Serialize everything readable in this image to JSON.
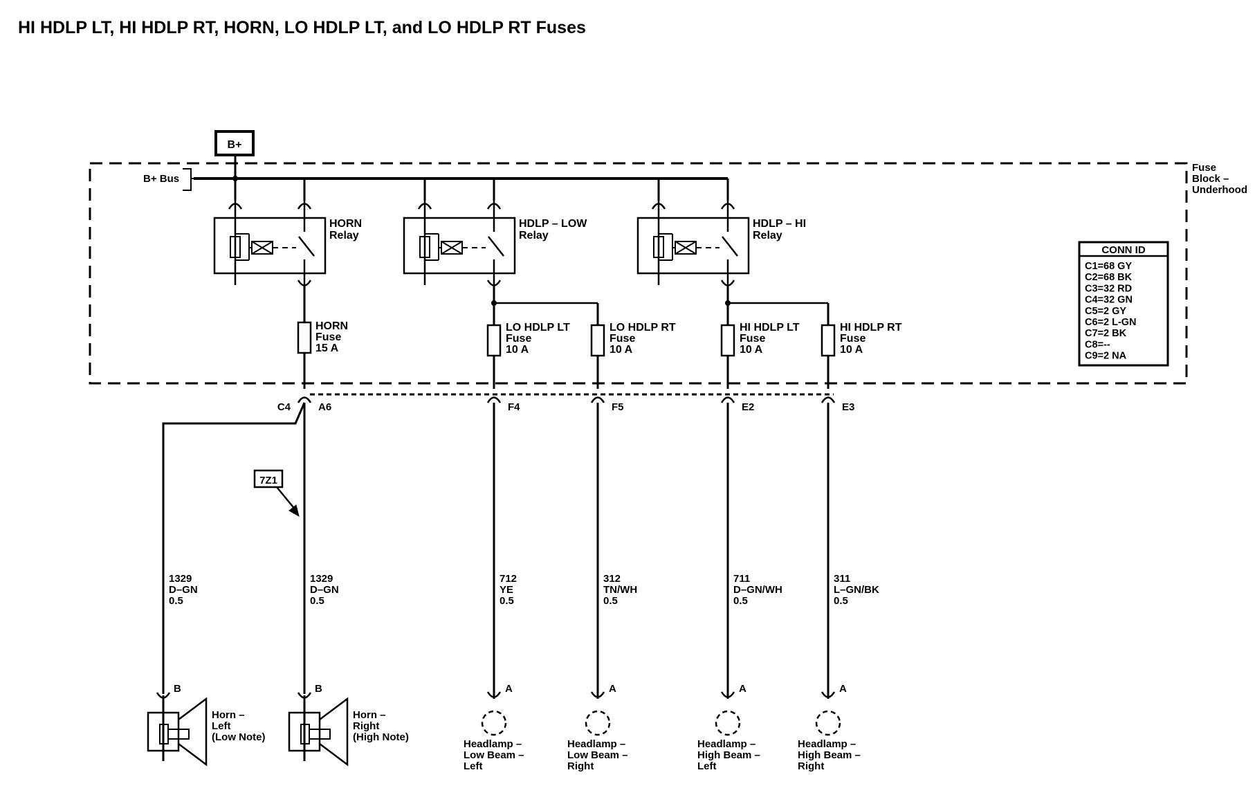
{
  "title": "HI HDLP LT, HI HDLP RT, HORN, LO HDLP LT, and LO HDLP RT Fuses",
  "power_source": "B+",
  "bus_label": "B+ Bus",
  "fuse_block_label": [
    "Fuse",
    "Block –",
    "Underhood"
  ],
  "conn_id": {
    "header": "CONN ID",
    "rows": [
      "C1=68 GY",
      "C2=68 BK",
      "C3=32 RD",
      "C4=32 GN",
      "C5=2 GY",
      "C6=2 L-GN",
      "C7=2 BK",
      "C8=--",
      "C9=2 NA"
    ]
  },
  "relays": [
    {
      "label": [
        "HORN",
        "Relay"
      ]
    },
    {
      "label": [
        "HDLP – LOW",
        "Relay"
      ]
    },
    {
      "label": [
        "HDLP – HI",
        "Relay"
      ]
    }
  ],
  "fuses": [
    {
      "label": [
        "HORN",
        "Fuse",
        "15 A"
      ],
      "connector": "A6",
      "pin": "B"
    },
    {
      "label": [
        "LO HDLP LT",
        "Fuse",
        "10 A"
      ],
      "connector": "F4",
      "wire": [
        "712",
        "YE",
        "0.5"
      ],
      "pin": "A",
      "load": [
        "Headlamp –",
        "Low Beam –",
        "Left"
      ]
    },
    {
      "label": [
        "LO HDLP RT",
        "Fuse",
        "10 A"
      ],
      "connector": "F5",
      "wire": [
        "312",
        "TN/WH",
        "0.5"
      ],
      "pin": "A",
      "load": [
        "Headlamp –",
        "Low Beam –",
        "Right"
      ]
    },
    {
      "label": [
        "HI HDLP LT",
        "Fuse",
        "10 A"
      ],
      "connector": "E2",
      "wire": [
        "711",
        "D–GN/WH",
        "0.5"
      ],
      "pin": "A",
      "load": [
        "Headlamp –",
        "High Beam –",
        "Left"
      ]
    },
    {
      "label": [
        "HI HDLP RT",
        "Fuse",
        "10 A"
      ],
      "connector": "E3",
      "wire": [
        "311",
        "L–GN/BK",
        "0.5"
      ],
      "pin": "A",
      "load": [
        "Headlamp –",
        "High Beam –",
        "Right"
      ]
    }
  ],
  "horn_connector": "C4",
  "splice_ref": "7Z1",
  "horns": [
    {
      "pin": "B",
      "wire": [
        "1329",
        "D–GN",
        "0.5"
      ],
      "label": [
        "Horn –",
        "Left",
        "(Low Note)"
      ]
    },
    {
      "pin": "B",
      "wire": [
        "1329",
        "D–GN",
        "0.5"
      ],
      "label": [
        "Horn –",
        "Right",
        "(High Note)"
      ]
    }
  ]
}
